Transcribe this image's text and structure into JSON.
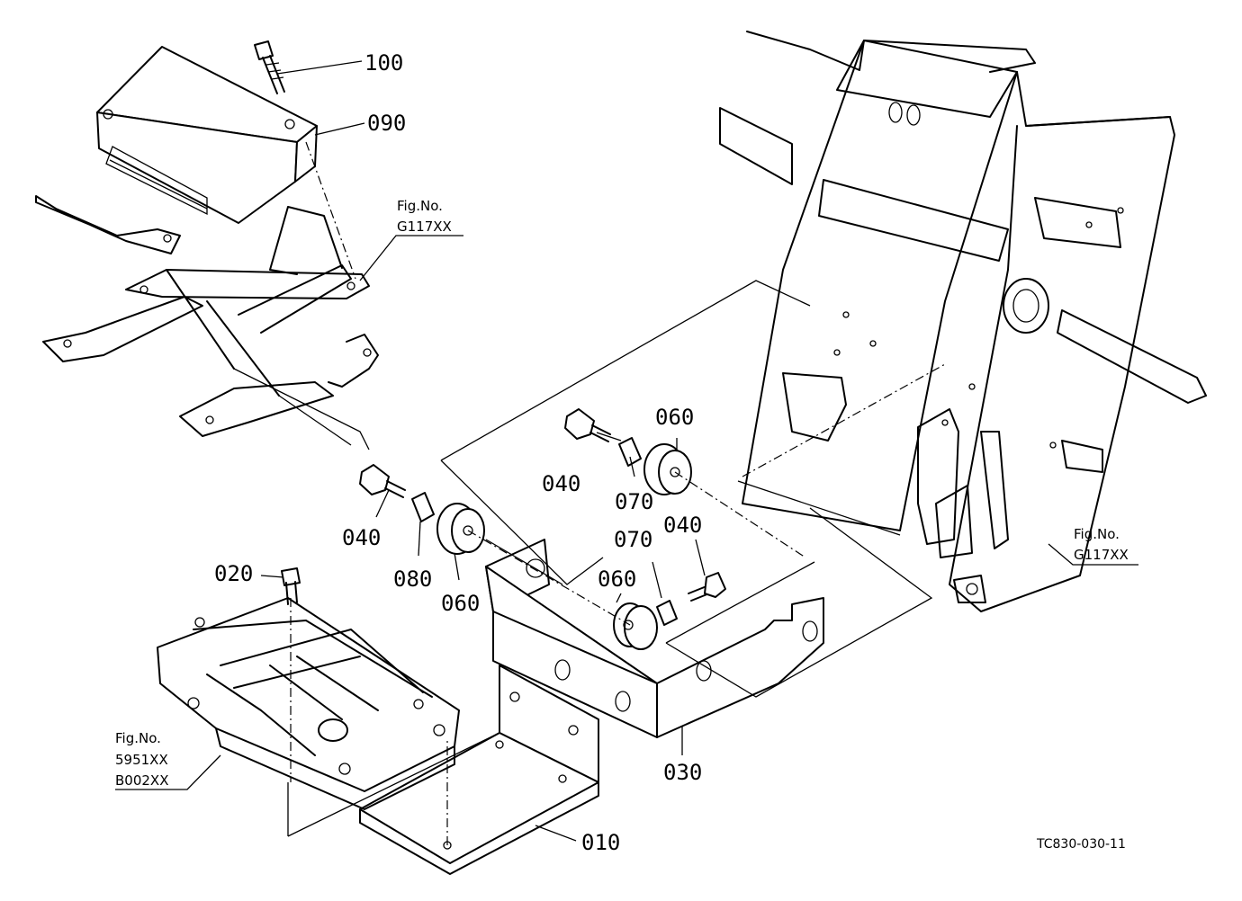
{
  "parts": {
    "p100": "100",
    "p090": "090",
    "p040a": "040",
    "p040b": "040",
    "p040c": "040",
    "p080": "080",
    "p060a": "060",
    "p060b": "060",
    "p060c": "060",
    "p070a": "070",
    "p070b": "070",
    "p020": "020",
    "p030": "030",
    "p010": "010"
  },
  "refs": {
    "fig_no_1": "Fig.No.",
    "fig_code_1": "G117XX",
    "fig_no_2": "Fig.No.",
    "fig_code_2": "G117XX",
    "fig_no_3": "Fig.No.",
    "fig_code_3a": "5951XX",
    "fig_code_3b": "B002XX"
  },
  "drawing_code": "TC830-030-11"
}
